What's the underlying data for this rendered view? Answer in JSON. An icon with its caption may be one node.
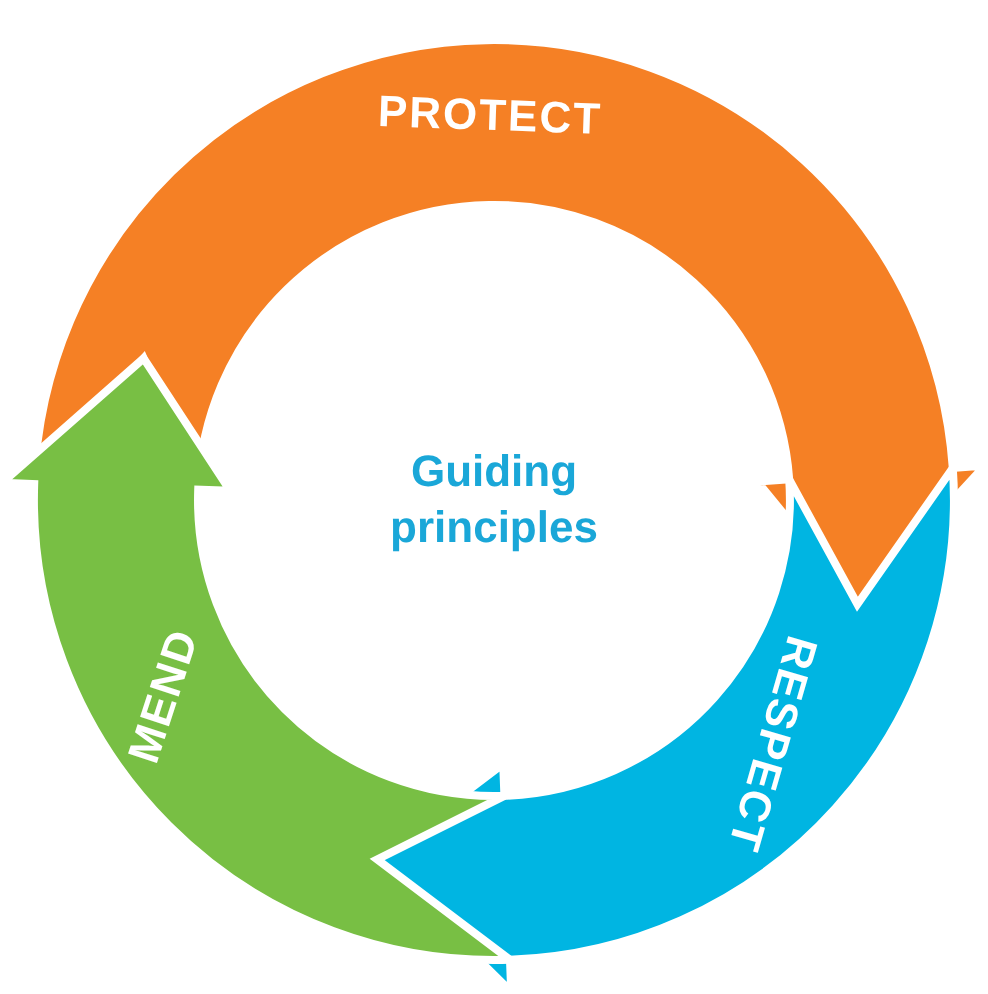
{
  "diagram": {
    "nodes": [
      {
        "text": [
          "PROTECT"
        ]
      },
      {
        "text": [
          "Guiding principles"
        ]
      },
      {
        "text": [
          "RESPECT"
        ]
      },
      {
        "text": [
          "MEND"
        ]
      }
    ]
  }
}
